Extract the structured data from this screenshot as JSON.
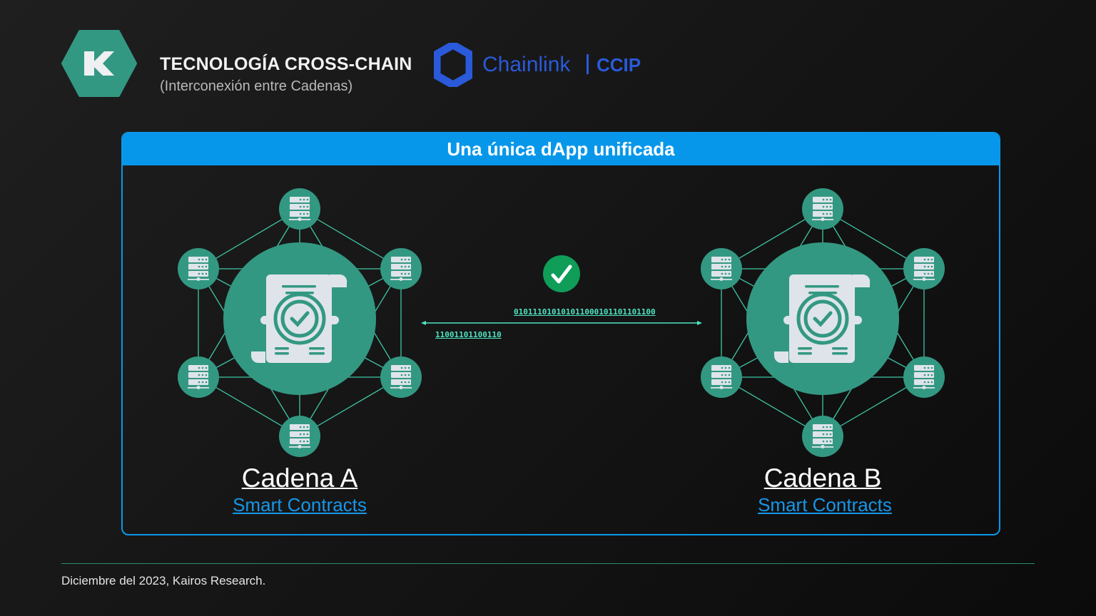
{
  "header": {
    "title": "TECNOLOGÍA CROSS-CHAIN",
    "subtitle": "(Interconexión entre Cadenas)",
    "brand": {
      "name": "Chainlink",
      "product": "CCIP"
    }
  },
  "panel": {
    "title": "Una única dApp unificada",
    "chains": [
      {
        "name": "Cadena A",
        "link": "Smart Contracts"
      },
      {
        "name": "Cadena B",
        "link": "Smart Contracts"
      }
    ],
    "transfer": {
      "forward_bits": "01011101010101100010110110110​0",
      "backward_bits": "11001101100110",
      "status_icon": "check-circle-icon"
    }
  },
  "footer": {
    "text": "Diciembre del 2023, Kairos Research."
  },
  "colors": {
    "accent_blue": "#0797ea",
    "teal": "#339882",
    "chainlink": "#2a5ada",
    "green": "#0f9d58",
    "line": "#4fe3c1"
  }
}
